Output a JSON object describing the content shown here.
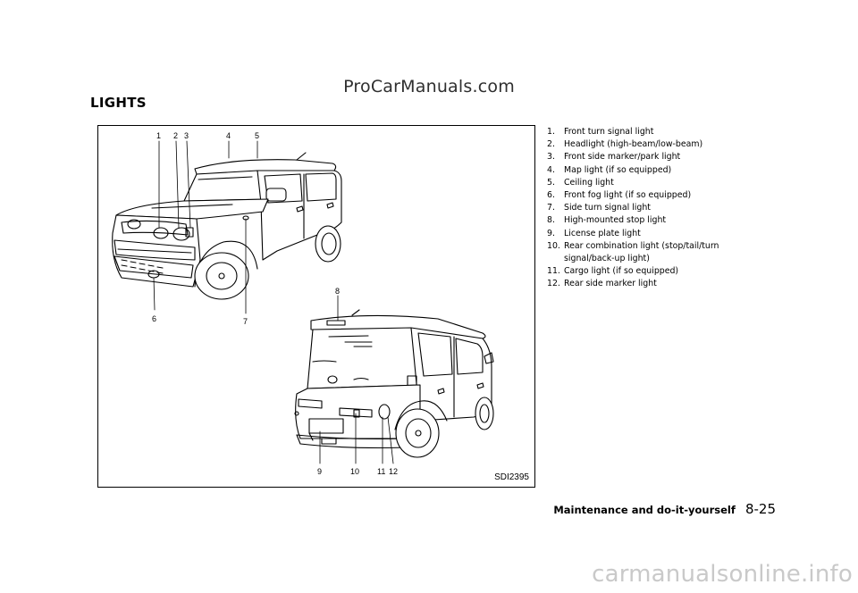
{
  "watermark_top": "ProCarManuals.com",
  "section_title": "LIGHTS",
  "figure": {
    "code": "SDI2395",
    "callouts": {
      "c1": "1",
      "c2": "2",
      "c3": "3",
      "c4": "4",
      "c5": "5",
      "c6": "6",
      "c7": "7",
      "c8": "8",
      "c9": "9",
      "c10": "10",
      "c11": "11",
      "c12": "12"
    }
  },
  "legend": [
    {
      "num": "1.",
      "text": "Front turn signal light"
    },
    {
      "num": "2.",
      "text": "Headlight (high-beam/low-beam)"
    },
    {
      "num": "3.",
      "text": "Front side marker/park light"
    },
    {
      "num": "4.",
      "text": "Map light (if so equipped)"
    },
    {
      "num": "5.",
      "text": "Ceiling light"
    },
    {
      "num": "6.",
      "text": "Front fog light (if so equipped)"
    },
    {
      "num": "7.",
      "text": "Side turn signal light"
    },
    {
      "num": "8.",
      "text": "High-mounted stop light"
    },
    {
      "num": "9.",
      "text": "License plate light"
    },
    {
      "num": "10.",
      "text": "Rear combination light (stop/tail/turn signal/back-up light)"
    },
    {
      "num": "11.",
      "text": "Cargo light (if so equipped)"
    },
    {
      "num": "12.",
      "text": "Rear side marker light"
    }
  ],
  "footer": {
    "chapter": "Maintenance and do-it-yourself",
    "page": "8-25"
  },
  "watermark_bottom": "carmanualsonline.info"
}
